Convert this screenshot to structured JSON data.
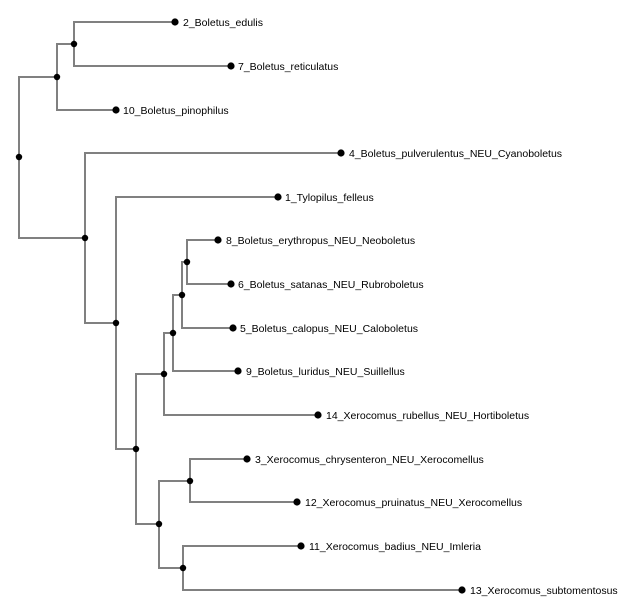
{
  "tree": {
    "branch_color": "#808080",
    "node_color": "#000000",
    "leaves": [
      {
        "id": "l2",
        "label": "2_Boletus_edulis"
      },
      {
        "id": "l7",
        "label": "7_Boletus_reticulatus"
      },
      {
        "id": "l10",
        "label": "10_Boletus_pinophilus"
      },
      {
        "id": "l4",
        "label": "4_Boletus_pulverulentus_NEU_Cyanoboletus"
      },
      {
        "id": "l1",
        "label": "1_Tylopilus_felleus"
      },
      {
        "id": "l8",
        "label": "8_Boletus_erythropus_NEU_Neoboletus"
      },
      {
        "id": "l6",
        "label": "6_Boletus_satanas_NEU_Rubroboletus"
      },
      {
        "id": "l5",
        "label": "5_Boletus_calopus_NEU_Caloboletus"
      },
      {
        "id": "l9",
        "label": "9_Boletus_luridus_NEU_Suillellus"
      },
      {
        "id": "l14",
        "label": "14_Xerocomus_rubellus_NEU_Hortiboletus"
      },
      {
        "id": "l3",
        "label": "3_Xerocomus_chrysenteron_NEU_Xerocomellus"
      },
      {
        "id": "l12",
        "label": "12_Xerocomus_pruinatus_NEU_Xerocomellus"
      },
      {
        "id": "l11",
        "label": "11_Xerocomus_badius_NEU_Imleria"
      },
      {
        "id": "l13",
        "label": "13_Xerocomus_subtomentosus"
      }
    ]
  }
}
